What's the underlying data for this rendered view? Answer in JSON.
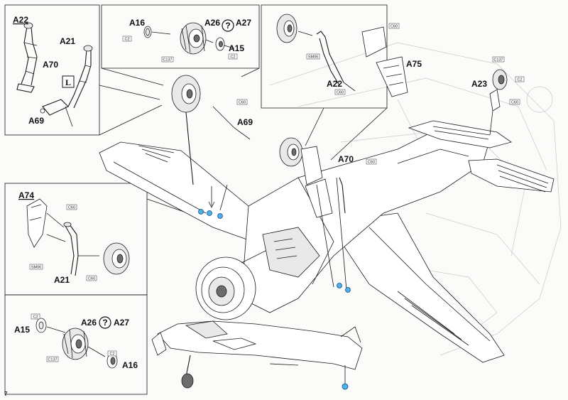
{
  "page": {
    "number": "7"
  },
  "insets": {
    "top_left": {
      "labels": [
        "A22",
        "A21",
        "A70",
        "A69"
      ],
      "side_badge": "L"
    },
    "top_middle": {
      "labels": [
        "A16",
        "A26",
        "A27",
        "A15"
      ],
      "choice_symbol": "?",
      "refs": [
        "C2",
        "C137",
        "C2"
      ]
    },
    "top_right": {
      "labels": [
        "A75",
        "A22"
      ],
      "refs": [
        "C60",
        "SM06",
        "C60"
      ]
    },
    "middle_left": {
      "labels": [
        "A74",
        "A21"
      ],
      "refs": [
        "C60",
        "SM06",
        "C60"
      ]
    },
    "bottom_left": {
      "labels": [
        "A15",
        "A26",
        "A27",
        "A16"
      ],
      "choice_symbol": "?",
      "refs": [
        "C2",
        "C137",
        "C2"
      ]
    }
  },
  "main": {
    "labels": [
      "A69",
      "A70",
      "A23"
    ],
    "refs": [
      "C60",
      "C60",
      "C137",
      "C2",
      "C60"
    ]
  },
  "colors": {
    "highlight": "#4fb0e6",
    "ink": "#1a1a1a",
    "paper": "#fbfbf9"
  }
}
